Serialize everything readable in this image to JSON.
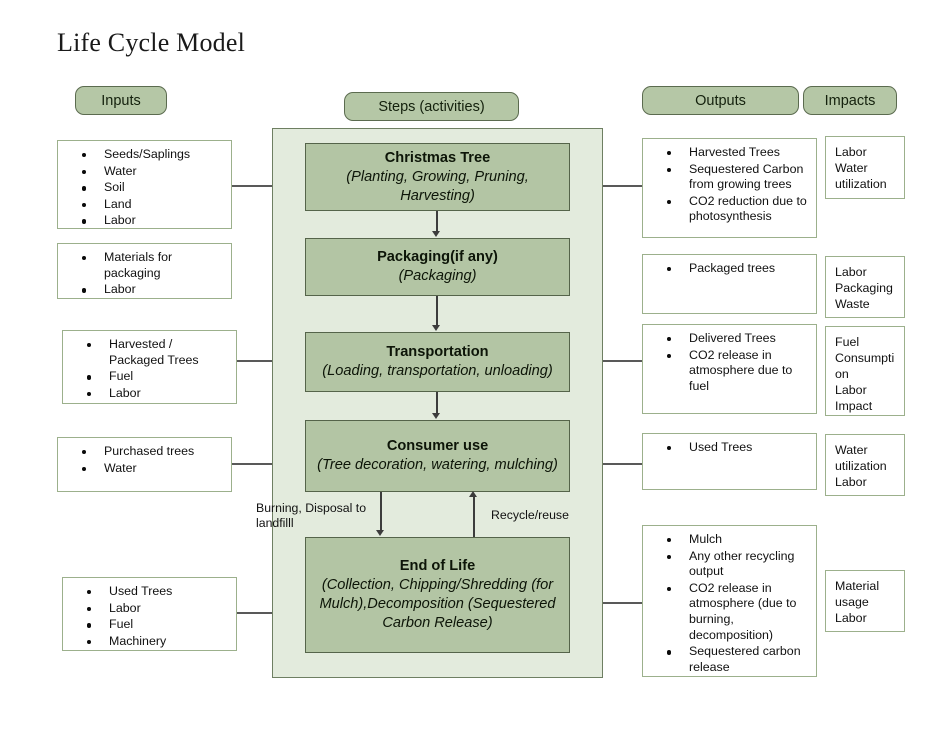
{
  "title": "Life Cycle Model",
  "headers": {
    "inputs": "Inputs",
    "steps": "Steps (activities)",
    "outputs": "Outputs",
    "impacts": "Impacts"
  },
  "inputs": [
    {
      "items": [
        "Seeds/Saplings",
        "Water",
        "Soil",
        "Land",
        "Labor"
      ]
    },
    {
      "items": [
        "Materials for packaging",
        "Labor"
      ]
    },
    {
      "items": [
        "Harvested / Packaged Trees",
        "Fuel",
        "Labor"
      ]
    },
    {
      "items": [
        "Purchased trees",
        "Water"
      ]
    },
    {
      "items": [
        "Used Trees",
        "Labor",
        "Fuel",
        "Machinery"
      ]
    }
  ],
  "steps": [
    {
      "name": "Christmas Tree",
      "detail": "(Planting, Growing, Pruning, Harvesting)"
    },
    {
      "name": "Packaging(if any)",
      "detail": "(Packaging)"
    },
    {
      "name": "Transportation",
      "detail": "(Loading, transportation, unloading)"
    },
    {
      "name": "Consumer use",
      "detail": "(Tree decoration, watering, mulching)"
    },
    {
      "name": "End of Life",
      "detail": "(Collection, Chipping/Shredding (for Mulch),Decomposition (Sequestered Carbon Release)"
    }
  ],
  "edge_labels": {
    "burning": "Burning, Disposal to landfilll",
    "recycle": "Recycle/reuse"
  },
  "outputs": [
    {
      "items": [
        "Harvested Trees",
        "Sequestered Carbon from growing trees",
        "CO2 reduction due to photosynthesis"
      ]
    },
    {
      "items": [
        "Packaged trees"
      ]
    },
    {
      "items": [
        "Delivered Trees",
        "CO2 release in atmosphere due to fuel"
      ]
    },
    {
      "items": [
        "Used Trees"
      ]
    },
    {
      "items": [
        "Mulch",
        "Any other recycling output",
        "CO2 release in atmosphere (due to burning, decomposition)",
        "Sequestered carbon release"
      ]
    }
  ],
  "impacts": [
    {
      "lines": [
        "Labor",
        "Water",
        "utilization"
      ]
    },
    {
      "lines": [
        "Labor",
        "Packaging",
        "Waste"
      ]
    },
    {
      "lines": [
        "Fuel",
        "Consumpti",
        "on",
        "Labor",
        "Impact"
      ]
    },
    {
      "lines": [
        "Water",
        "utilization",
        "Labor"
      ]
    },
    {
      "lines": [
        "Material",
        "usage",
        "Labor"
      ]
    }
  ],
  "colors": {
    "pill_fill": "#b5c7a6",
    "pill_border": "#5b6b4f",
    "container_fill": "#e3ebdd",
    "step_fill": "#b3c5a4",
    "box_border": "#9cb08c",
    "connector": "#595959"
  }
}
